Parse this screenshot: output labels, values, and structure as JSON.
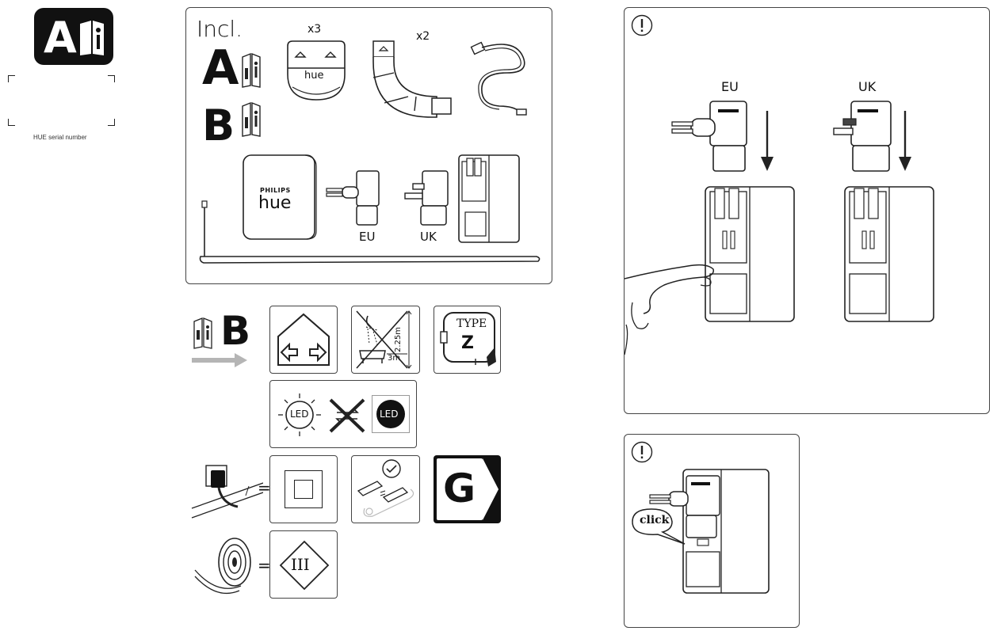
{
  "sidebar": {
    "badge_letter": "A",
    "serial_label": "HUE serial number"
  },
  "contents": {
    "title": "Incl.",
    "letter_a": "A",
    "letter_b": "B",
    "qty_bridges": "x3",
    "qty_connectors": "x2",
    "brand": "PHILIPS",
    "product": "hue",
    "clip_text": "hue",
    "plug_eu": "EU",
    "plug_uk": "UK"
  },
  "symbols": {
    "letter_b": "B",
    "distance_vertical": "2.25m",
    "distance_horizontal": "3m",
    "type_label": "TYPE",
    "type_letter": "Z",
    "led_label": "LED",
    "class_label": "III",
    "energy_class": "G"
  },
  "step_top": {
    "plug_eu": "EU",
    "plug_uk": "UK"
  },
  "step_bottom": {
    "click_label": "click"
  },
  "colors": {
    "line": "#222222",
    "arrow_grey": "#b5b5b5",
    "dark_fill": "#111111"
  }
}
